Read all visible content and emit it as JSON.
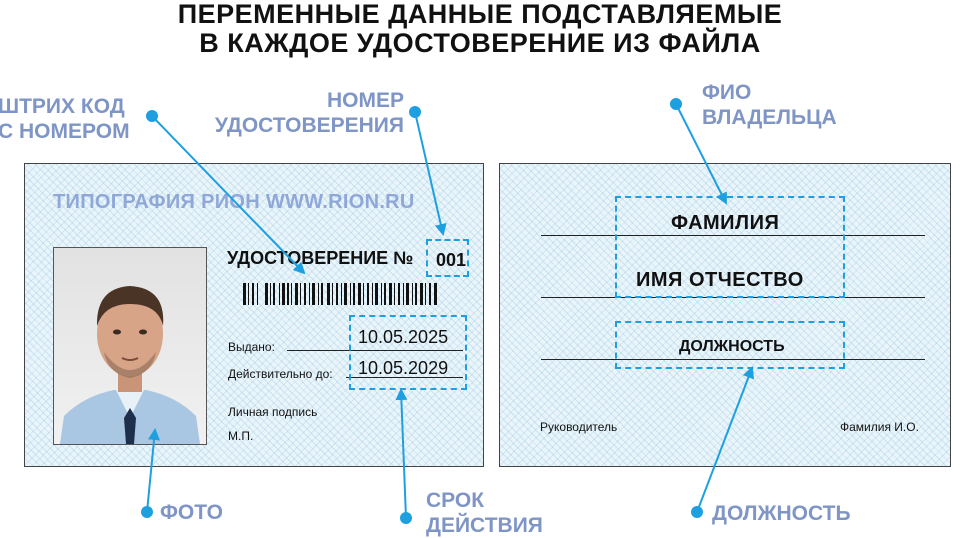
{
  "title": {
    "line1": "ПЕРЕМЕННЫЕ ДАННЫЕ ПОДСТАВЛЯЕМЫЕ",
    "line2": "В КАЖДОЕ УДОСТОВЕРЕНИЕ ИЗ ФАЙЛА"
  },
  "callouts": {
    "barcode": [
      "ШТРИХ КОД",
      "С НОМЕРОМ"
    ],
    "number": [
      "НОМЕР",
      "УДОСТОВЕРЕНИЯ"
    ],
    "fio": [
      "ФИО",
      "ВЛАДЕЛЬЦА"
    ],
    "photo": "ФОТО",
    "validity": [
      "СРОК",
      "ДЕЙСТВИЯ"
    ],
    "position": "ДОЛЖНОСТЬ"
  },
  "front_card": {
    "watermark": "ТИПОГРАФИЯ РИОН  WWW.RION.RU",
    "heading": "УДОСТОВЕРЕНИЕ №",
    "number": "001",
    "issued_label": "Выдано:",
    "issued_date": "10.05.2025",
    "valid_label": "Действительно до:",
    "valid_date": "10.05.2029",
    "signature_label": "Личная подпись",
    "stamp_label": "М.П."
  },
  "back_card": {
    "surname": "ФАМИЛИЯ",
    "name_patronymic": "ИМЯ ОТЧЕСТВО",
    "position": "ДОЛЖНОСТЬ",
    "manager_label": "Руководитель",
    "manager_name": "Фамилия И.О."
  },
  "colors": {
    "callout": "#7e95c6",
    "dashed_frame": "#1ea0e0",
    "arrow": "#1ea0e0"
  }
}
